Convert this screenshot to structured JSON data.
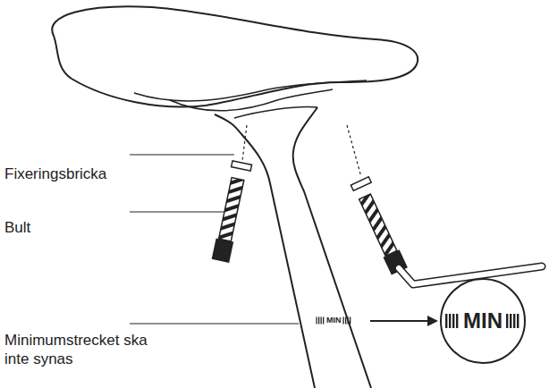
{
  "diagram": {
    "nodes": [
      {
        "text": [
          "MIN"
        ]
      }
    ],
    "labels": [
      "Fixeringsbricka",
      "Bult",
      "Minimumstrecket ska inte synas",
      "MIN"
    ]
  }
}
